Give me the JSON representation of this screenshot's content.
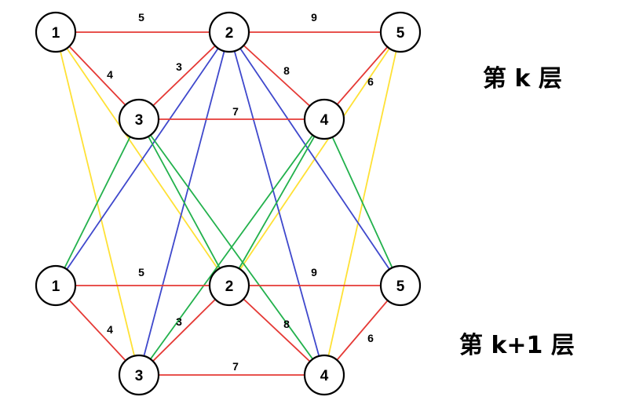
{
  "colors": {
    "red": "#e53935",
    "blue": "#3f48cc",
    "green": "#22b14c",
    "yellow": "#ffe135"
  },
  "layers": [
    {
      "key": "k",
      "title": "第 k 层",
      "nodes": [
        {
          "id": "1",
          "label": "1"
        },
        {
          "id": "2",
          "label": "2"
        },
        {
          "id": "5",
          "label": "5"
        },
        {
          "id": "3",
          "label": "3"
        },
        {
          "id": "4",
          "label": "4"
        }
      ],
      "edges": [
        {
          "from": "1",
          "to": "2",
          "weight": "5"
        },
        {
          "from": "2",
          "to": "5",
          "weight": "9"
        },
        {
          "from": "1",
          "to": "3",
          "weight": "4"
        },
        {
          "from": "2",
          "to": "3",
          "weight": "3"
        },
        {
          "from": "2",
          "to": "4",
          "weight": "8"
        },
        {
          "from": "5",
          "to": "4",
          "weight": "6"
        },
        {
          "from": "3",
          "to": "4",
          "weight": "7"
        }
      ]
    },
    {
      "key": "k1",
      "title": "第 k+1 层",
      "nodes": [
        {
          "id": "1",
          "label": "1"
        },
        {
          "id": "2",
          "label": "2"
        },
        {
          "id": "5",
          "label": "5"
        },
        {
          "id": "3",
          "label": "3"
        },
        {
          "id": "4",
          "label": "4"
        }
      ],
      "edges": [
        {
          "from": "1",
          "to": "2",
          "weight": "5"
        },
        {
          "from": "2",
          "to": "5",
          "weight": "9"
        },
        {
          "from": "1",
          "to": "3",
          "weight": "4"
        },
        {
          "from": "2",
          "to": "3",
          "weight": "3"
        },
        {
          "from": "2",
          "to": "4",
          "weight": "8"
        },
        {
          "from": "5",
          "to": "4",
          "weight": "6"
        },
        {
          "from": "3",
          "to": "4",
          "weight": "7"
        }
      ]
    }
  ],
  "cross_edges": [
    {
      "from": "1",
      "to": "2",
      "color": "yellow"
    },
    {
      "from": "1",
      "to": "3",
      "color": "yellow"
    },
    {
      "from": "5",
      "to": "2",
      "color": "yellow"
    },
    {
      "from": "5",
      "to": "4",
      "color": "yellow"
    },
    {
      "from": "2",
      "to": "1",
      "color": "blue"
    },
    {
      "from": "2",
      "to": "3",
      "color": "blue"
    },
    {
      "from": "2",
      "to": "4",
      "color": "blue"
    },
    {
      "from": "2",
      "to": "5",
      "color": "blue"
    },
    {
      "from": "3",
      "to": "1",
      "color": "green"
    },
    {
      "from": "3",
      "to": "2",
      "color": "green"
    },
    {
      "from": "3",
      "to": "4",
      "color": "green"
    },
    {
      "from": "4",
      "to": "2",
      "color": "green"
    },
    {
      "from": "4",
      "to": "3",
      "color": "green"
    },
    {
      "from": "4",
      "to": "5",
      "color": "green"
    }
  ]
}
